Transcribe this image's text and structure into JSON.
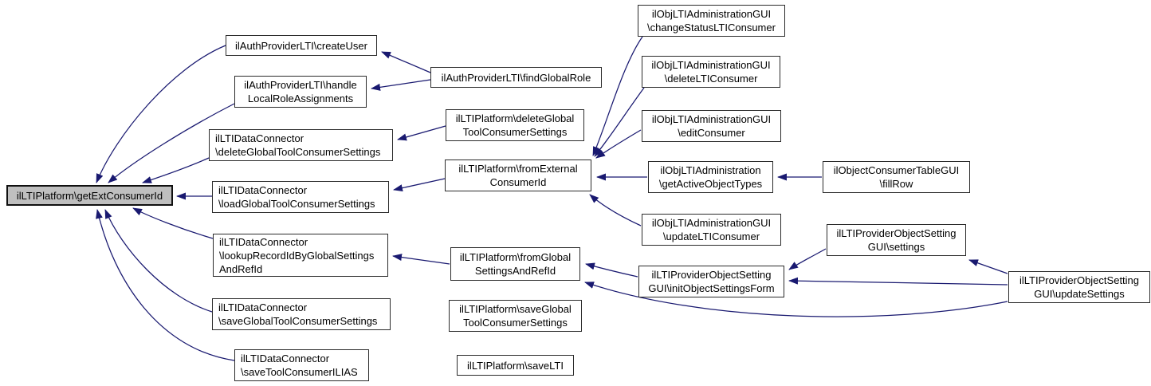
{
  "diagram": {
    "type": "caller-graph",
    "colors": {
      "edge": "#191970",
      "node_border": "#2b2b2b",
      "node_fill": "#ffffff",
      "highlight_fill": "#bfbfbf",
      "text": "#000000",
      "background": "#ffffff"
    },
    "nodes": [
      {
        "id": "getExtConsumerId",
        "label": "ilLTIPlatform\\getExtConsumerId",
        "highlighted": true
      },
      {
        "id": "createUser",
        "label": "ilAuthProviderLTI\\createUser"
      },
      {
        "id": "handleLocalRoleAssignments",
        "label": "ilAuthProviderLTI\\handle\nLocalRoleAssignments"
      },
      {
        "id": "findGlobalRole",
        "label": "ilAuthProviderLTI\\findGlobalRole"
      },
      {
        "id": "dcDeleteGlobalToolConsumerSettings",
        "label": "ilLTIDataConnector\n\\deleteGlobalToolConsumerSettings"
      },
      {
        "id": "pfDeleteGlobalToolConsumerSettings",
        "label": "ilLTIPlatform\\deleteGlobal\nToolConsumerSettings"
      },
      {
        "id": "pfFromExternalConsumerId",
        "label": "ilLTIPlatform\\fromExternal\nConsumerId"
      },
      {
        "id": "dcLoadGlobalToolConsumerSettings",
        "label": "ilLTIDataConnector\n\\loadGlobalToolConsumerSettings"
      },
      {
        "id": "dcLookupRecordIdByGlobalSettingsAndRefId",
        "label": "ilLTIDataConnector\n\\lookupRecordIdByGlobalSettings\nAndRefId"
      },
      {
        "id": "pfFromGlobalSettingsAndRefId",
        "label": "ilLTIPlatform\\fromGlobal\nSettingsAndRefId"
      },
      {
        "id": "dcSaveGlobalToolConsumerSettings",
        "label": "ilLTIDataConnector\n\\saveGlobalToolConsumerSettings"
      },
      {
        "id": "pfSaveGlobalToolConsumerSettings",
        "label": "ilLTIPlatform\\saveGlobal\nToolConsumerSettings"
      },
      {
        "id": "dcSaveToolConsumerILIAS",
        "label": "ilLTIDataConnector\n\\saveToolConsumerILIAS"
      },
      {
        "id": "pfSaveLTI",
        "label": "ilLTIPlatform\\saveLTI"
      },
      {
        "id": "guiChangeStatusLTIConsumer",
        "label": "ilObjLTIAdministrationGUI\n\\changeStatusLTIConsumer"
      },
      {
        "id": "guiDeleteLTIConsumer",
        "label": "ilObjLTIAdministrationGUI\n\\deleteLTIConsumer"
      },
      {
        "id": "guiEditConsumer",
        "label": "ilObjLTIAdministrationGUI\n\\editConsumer"
      },
      {
        "id": "admGetActiveObjectTypes",
        "label": "ilObjLTIAdministration\n\\getActiveObjectTypes"
      },
      {
        "id": "tableFillRow",
        "label": "ilObjectConsumerTableGUI\n\\fillRow"
      },
      {
        "id": "guiUpdateLTIConsumer",
        "label": "ilObjLTIAdministrationGUI\n\\updateLTIConsumer"
      },
      {
        "id": "posgSettings",
        "label": "ilLTIProviderObjectSetting\nGUI\\settings"
      },
      {
        "id": "posgInitObjectSettingsForm",
        "label": "ilLTIProviderObjectSetting\nGUI\\initObjectSettingsForm"
      },
      {
        "id": "posgUpdateSettings",
        "label": "ilLTIProviderObjectSetting\nGUI\\updateSettings"
      }
    ],
    "edges": [
      {
        "from": "createUser",
        "to": "getExtConsumerId"
      },
      {
        "from": "handleLocalRoleAssignments",
        "to": "getExtConsumerId"
      },
      {
        "from": "dcDeleteGlobalToolConsumerSettings",
        "to": "getExtConsumerId"
      },
      {
        "from": "dcLoadGlobalToolConsumerSettings",
        "to": "getExtConsumerId"
      },
      {
        "from": "dcLookupRecordIdByGlobalSettingsAndRefId",
        "to": "getExtConsumerId"
      },
      {
        "from": "dcSaveGlobalToolConsumerSettings",
        "to": "getExtConsumerId"
      },
      {
        "from": "dcSaveToolConsumerILIAS",
        "to": "getExtConsumerId"
      },
      {
        "from": "findGlobalRole",
        "to": "createUser"
      },
      {
        "from": "findGlobalRole",
        "to": "handleLocalRoleAssignments"
      },
      {
        "from": "pfDeleteGlobalToolConsumerSettings",
        "to": "dcDeleteGlobalToolConsumerSettings"
      },
      {
        "from": "pfFromExternalConsumerId",
        "to": "dcLoadGlobalToolConsumerSettings"
      },
      {
        "from": "guiChangeStatusLTIConsumer",
        "to": "pfFromExternalConsumerId"
      },
      {
        "from": "guiDeleteLTIConsumer",
        "to": "pfFromExternalConsumerId"
      },
      {
        "from": "guiEditConsumer",
        "to": "pfFromExternalConsumerId"
      },
      {
        "from": "admGetActiveObjectTypes",
        "to": "pfFromExternalConsumerId"
      },
      {
        "from": "guiUpdateLTIConsumer",
        "to": "pfFromExternalConsumerId"
      },
      {
        "from": "tableFillRow",
        "to": "admGetActiveObjectTypes"
      },
      {
        "from": "pfFromGlobalSettingsAndRefId",
        "to": "dcLookupRecordIdByGlobalSettingsAndRefId"
      },
      {
        "from": "posgInitObjectSettingsForm",
        "to": "pfFromGlobalSettingsAndRefId"
      },
      {
        "from": "posgUpdateSettings",
        "to": "pfFromGlobalSettingsAndRefId"
      },
      {
        "from": "posgSettings",
        "to": "posgInitObjectSettingsForm"
      },
      {
        "from": "posgUpdateSettings",
        "to": "posgInitObjectSettingsForm"
      },
      {
        "from": "posgUpdateSettings",
        "to": "posgSettings"
      }
    ]
  }
}
